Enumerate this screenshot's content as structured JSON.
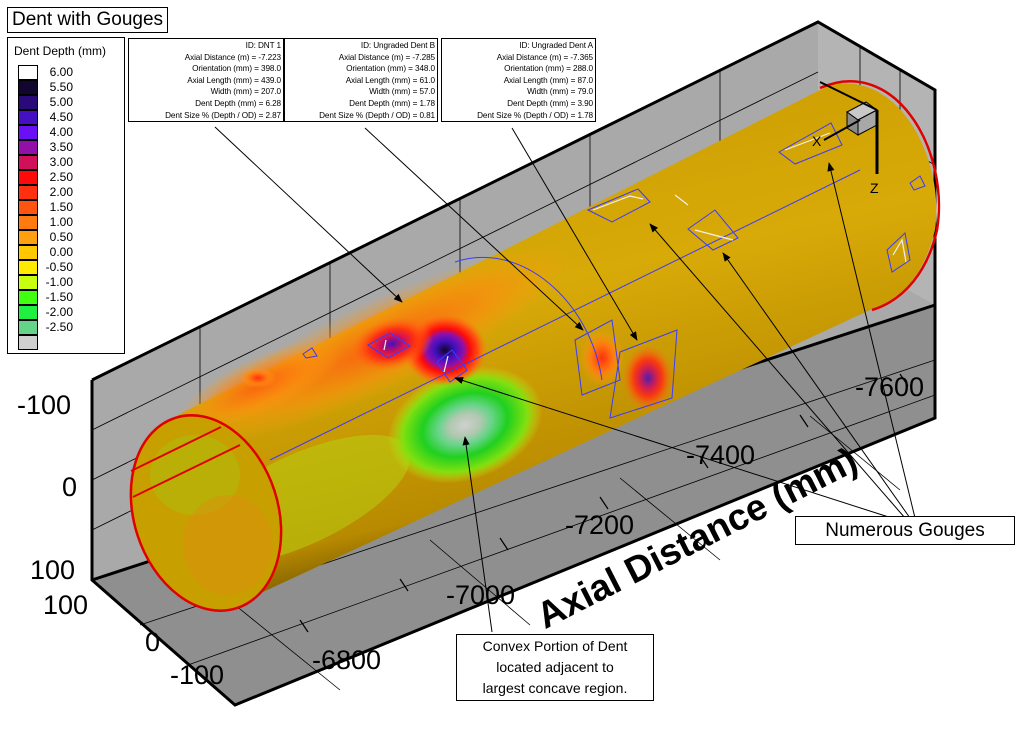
{
  "title": "Dent with Gouges",
  "legend": {
    "title": "Dent Depth (mm)",
    "levels": [
      {
        "label": "6.00",
        "color": "#ffffff"
      },
      {
        "label": "5.50",
        "color": "#120530"
      },
      {
        "label": "5.00",
        "color": "#2a0a78"
      },
      {
        "label": "4.50",
        "color": "#4410c0"
      },
      {
        "label": "4.00",
        "color": "#6a10f5"
      },
      {
        "label": "3.50",
        "color": "#9010a8"
      },
      {
        "label": "3.00",
        "color": "#d0105a"
      },
      {
        "label": "2.50",
        "color": "#ff0a0a"
      },
      {
        "label": "2.00",
        "color": "#ff3010"
      },
      {
        "label": "1.50",
        "color": "#ff5510"
      },
      {
        "label": "1.00",
        "color": "#ff7a10"
      },
      {
        "label": "0.50",
        "color": "#ffa010"
      },
      {
        "label": "0.00",
        "color": "#ffc800"
      },
      {
        "label": "-0.50",
        "color": "#ffea00"
      },
      {
        "label": "-1.00",
        "color": "#c8ff10"
      },
      {
        "label": "-1.50",
        "color": "#40ff10"
      },
      {
        "label": "-2.00",
        "color": "#20f040"
      },
      {
        "label": "-2.50",
        "color": "#66d488"
      },
      {
        "label": "",
        "color": "#d0d0d0"
      }
    ]
  },
  "info_boxes": [
    {
      "id": "ID: DNT 1",
      "axial_distance": "Axial Distance (m) = -7.223",
      "orientation": "Orientation (mm) = 398.0",
      "axial_length": "Axial Length (mm) = 439.0",
      "width": "Width (mm) = 207.0",
      "dent_depth": "Dent Depth (mm) = 6.28",
      "dent_size": "Dent Size % (Depth / OD) = 2.87"
    },
    {
      "id": "ID: Ungraded Dent B",
      "axial_distance": "Axial Distance (m) = -7.285",
      "orientation": "Orientation (mm) = 348.0",
      "axial_length": "Axial Length (mm) = 61.0",
      "width": "Width (mm) = 57.0",
      "dent_depth": "Dent Depth (mm) = 1.78",
      "dent_size": "Dent Size % (Depth / OD) = 0.81"
    },
    {
      "id": "ID: Ungraded Dent A",
      "axial_distance": "Axial Distance (m) = -7.365",
      "orientation": "Orientation (mm) = 288.0",
      "axial_length": "Axial Length (mm) = 87.0",
      "width": "Width (mm) = 79.0",
      "dent_depth": "Dent Depth (mm) = 3.90",
      "dent_size": "Dent Size % (Depth / OD) = 1.78"
    }
  ],
  "annotations": {
    "gouges": "Numerous Gouges",
    "convex_line1": "Convex Portion of Dent",
    "convex_line2": "located adjacent to",
    "convex_line3": "largest concave region."
  },
  "axes": {
    "axial_title": "Axial Distance (mm)",
    "axial_ticks": [
      "-6800",
      "-7000",
      "-7200",
      "-7400",
      "-7600"
    ],
    "vertical_ticks": [
      "-100",
      "0",
      "100"
    ],
    "depth_ticks": [
      "100",
      "0",
      "-100"
    ],
    "triad_x": "X",
    "triad_z": "Z"
  },
  "colors": {
    "pipe_base": "#d4a600",
    "box_wall": "#a9a9a9",
    "box_floor": "#8f8f8f",
    "end_ring": "#e00000",
    "outline_blue": "#3b3bff"
  }
}
